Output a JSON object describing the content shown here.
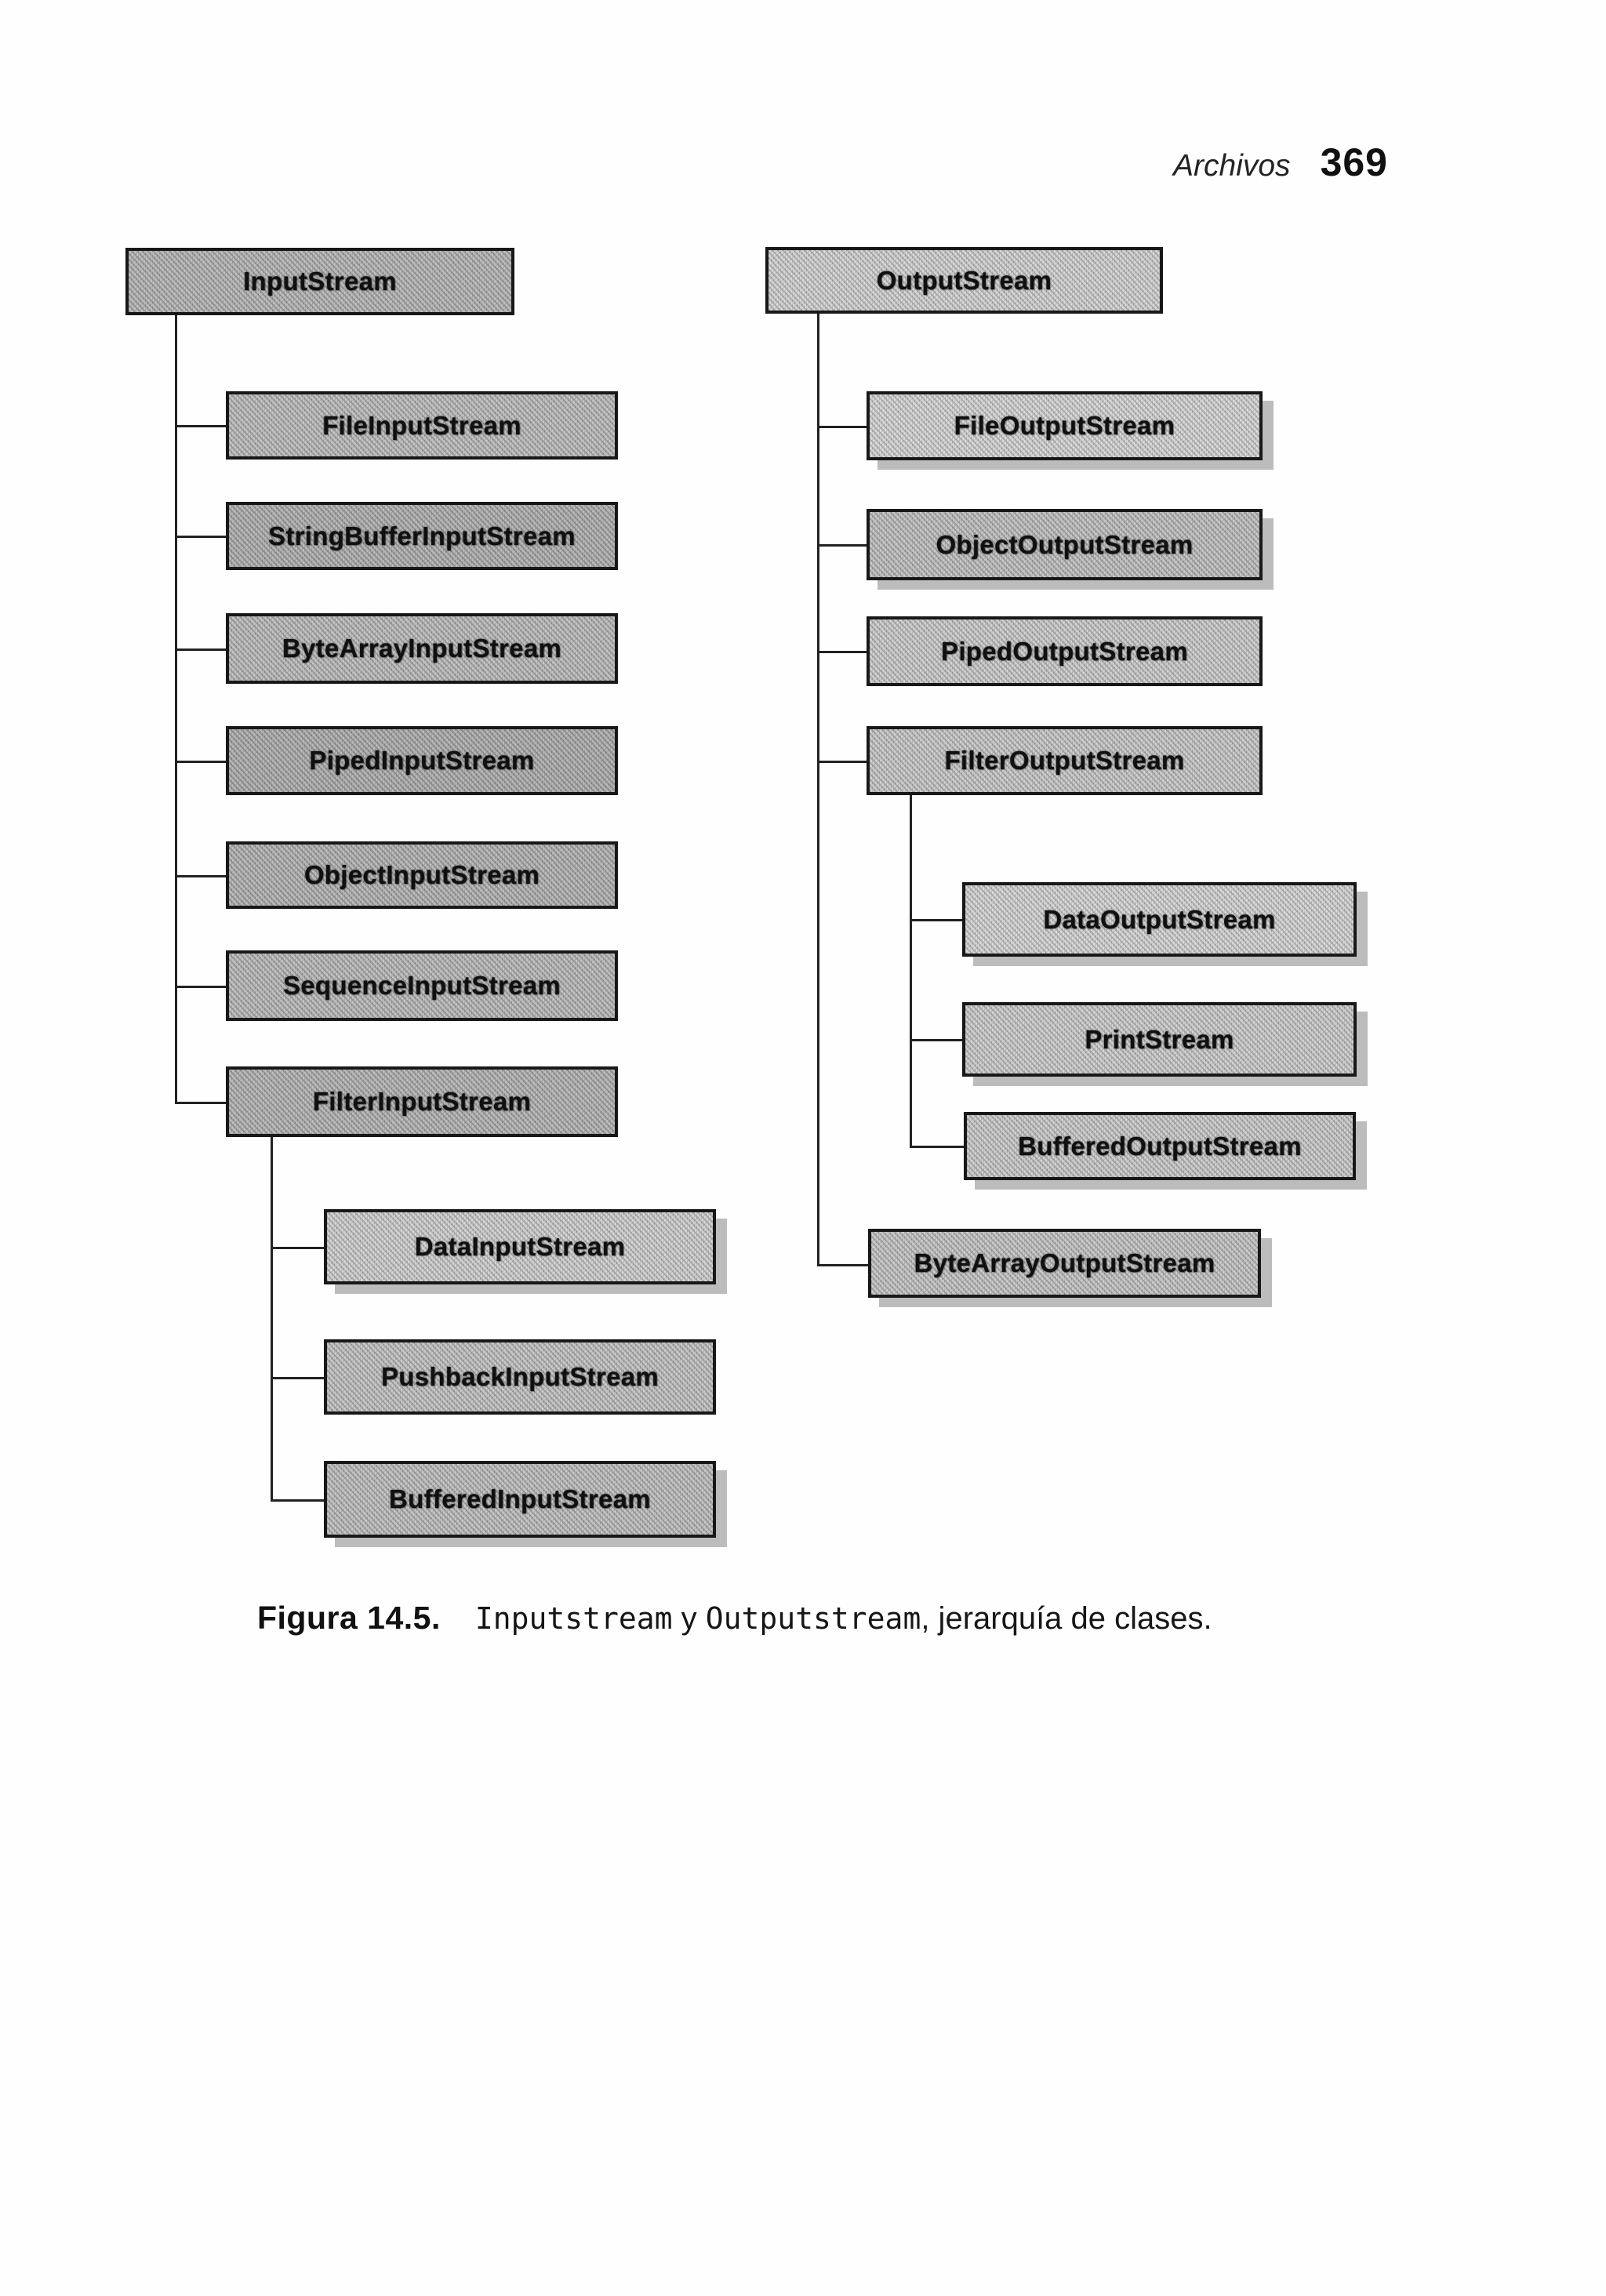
{
  "header": {
    "section_title": "Archivos",
    "page_number": "369"
  },
  "caption": {
    "figure_label": "Figura 14.5.",
    "segments": [
      {
        "text": "Figura 14.5.",
        "kind": "bold"
      },
      {
        "text": "Inputstream",
        "kind": "code"
      },
      {
        "text": " y ",
        "kind": "plain"
      },
      {
        "text": "Outputstream",
        "kind": "code"
      },
      {
        "text": ", jerarquía de clases.",
        "kind": "plain"
      }
    ]
  },
  "diagram": {
    "title": "InputStream and OutputStream class hierarchy",
    "nodes": [
      {
        "id": "inputstream",
        "label": "InputStream"
      },
      {
        "id": "fileinputstream",
        "label": "FileInputStream"
      },
      {
        "id": "stringbufferinputstream",
        "label": "StringBufferInputStream"
      },
      {
        "id": "bytearrayinputstream",
        "label": "ByteArrayInputStream"
      },
      {
        "id": "pipedinputstream",
        "label": "PipedInputStream"
      },
      {
        "id": "objectinputstream",
        "label": "ObjectInputStream"
      },
      {
        "id": "sequenceinputstream",
        "label": "SequenceInputStream"
      },
      {
        "id": "filterinputstream",
        "label": "FilterInputStream"
      },
      {
        "id": "datainputstream",
        "label": "DataInputStream"
      },
      {
        "id": "pushbackinputstream",
        "label": "PushbackInputStream"
      },
      {
        "id": "bufferedinputstream",
        "label": "BufferedInputStream"
      },
      {
        "id": "outputstream",
        "label": "OutputStream"
      },
      {
        "id": "fileoutputstream",
        "label": "FileOutputStream"
      },
      {
        "id": "objectoutputstream",
        "label": "ObjectOutputStream"
      },
      {
        "id": "pipedoutputstream",
        "label": "PipedOutputStream"
      },
      {
        "id": "filteroutputstream",
        "label": "FilterOutputStream"
      },
      {
        "id": "dataoutputstream",
        "label": "DataOutputStream"
      },
      {
        "id": "printstream",
        "label": "PrintStream"
      },
      {
        "id": "bufferedoutputstream",
        "label": "BufferedOutputStream"
      },
      {
        "id": "bytearrayoutputstream",
        "label": "ByteArrayOutputStream"
      }
    ],
    "hierarchy": {
      "InputStream": [
        "FileInputStream",
        "StringBufferInputStream",
        "ByteArrayInputStream",
        "PipedInputStream",
        "ObjectInputStream",
        "SequenceInputStream",
        "FilterInputStream"
      ],
      "FilterInputStream": [
        "DataInputStream",
        "PushbackInputStream",
        "BufferedInputStream"
      ],
      "OutputStream": [
        "FileOutputStream",
        "ObjectOutputStream",
        "PipedOutputStream",
        "FilterOutputStream",
        "ByteArrayOutputStream"
      ],
      "FilterOutputStream": [
        "DataOutputStream",
        "PrintStream",
        "BufferedOutputStream"
      ]
    },
    "colors": {
      "ink": "#1c1c1c",
      "box_border": "#181818",
      "page_background": "#fefefe"
    }
  }
}
